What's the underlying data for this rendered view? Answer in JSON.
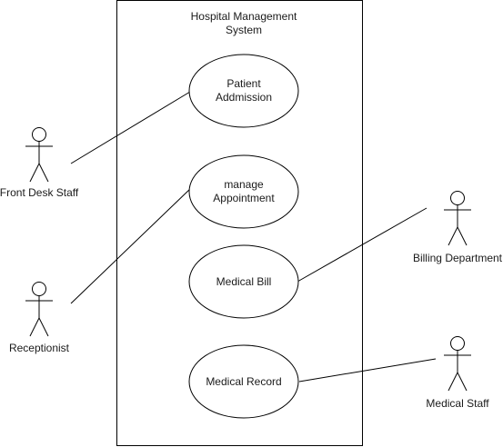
{
  "system": {
    "title_line1": "Hospital Management",
    "title_line2": "System"
  },
  "use_cases": [
    {
      "id": "patient-admission",
      "line1": "Patient",
      "line2": "Addmission"
    },
    {
      "id": "manage-appointment",
      "line1": "manage",
      "line2": "Appointment"
    },
    {
      "id": "medical-bill",
      "line1": "Medical Bill",
      "line2": ""
    },
    {
      "id": "medical-record",
      "line1": "Medical Record",
      "line2": ""
    }
  ],
  "actors": [
    {
      "id": "front-desk-staff",
      "label": "Front Desk Staff"
    },
    {
      "id": "receptionist",
      "label": "Receptionist"
    },
    {
      "id": "billing-department",
      "label": "Billing Department"
    },
    {
      "id": "medical-staff",
      "label": "Medical Staff"
    }
  ],
  "associations": [
    {
      "actor": "front-desk-staff",
      "use_case": "patient-admission"
    },
    {
      "actor": "receptionist",
      "use_case": "manage-appointment"
    },
    {
      "actor": "billing-department",
      "use_case": "medical-bill"
    },
    {
      "actor": "medical-staff",
      "use_case": "medical-record"
    }
  ]
}
